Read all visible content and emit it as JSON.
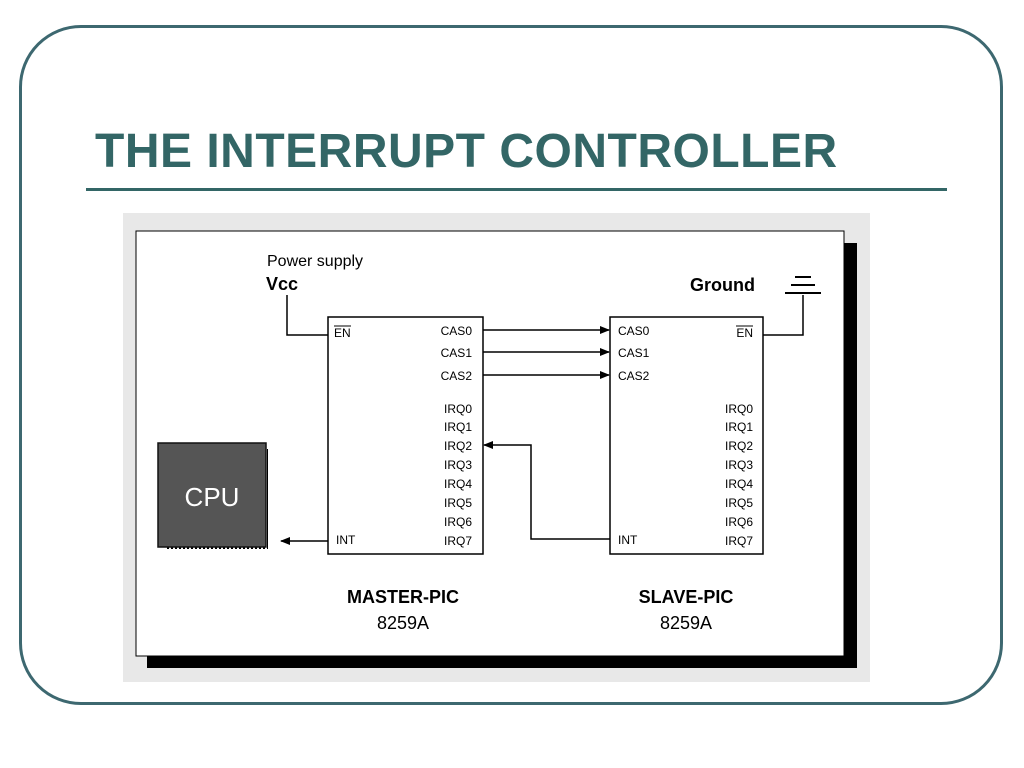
{
  "title": "THE INTERRUPT CONTROLLER",
  "diagram": {
    "power_supply_label": "Power supply",
    "vcc_label": "Vcc",
    "ground_label": "Ground",
    "cpu_label": "CPU",
    "master": {
      "name": "MASTER-PIC",
      "model": "8259A",
      "en_label": "EN",
      "cas_pins": [
        "CAS0",
        "CAS1",
        "CAS2"
      ],
      "irq_pins": [
        "IRQ0",
        "IRQ1",
        "IRQ2",
        "IRQ3",
        "IRQ4",
        "IRQ5",
        "IRQ6",
        "IRQ7"
      ],
      "int_label": "INT"
    },
    "slave": {
      "name": "SLAVE-PIC",
      "model": "8259A",
      "en_label": "EN",
      "cas_pins": [
        "CAS0",
        "CAS1",
        "CAS2"
      ],
      "irq_pins": [
        "IRQ0",
        "IRQ1",
        "IRQ2",
        "IRQ3",
        "IRQ4",
        "IRQ5",
        "IRQ6",
        "IRQ7"
      ],
      "int_label": "INT"
    }
  },
  "colors": {
    "title": "#336666",
    "frame": "#3d6870",
    "cpu_body": "#555555"
  }
}
